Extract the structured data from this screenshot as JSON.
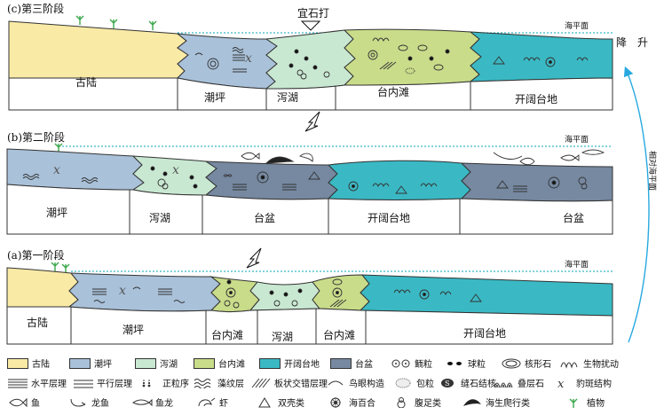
{
  "stages": {
    "c": {
      "title": "(c)第三阶段",
      "sea_level": "海平面",
      "marker": "宜石打",
      "zones": [
        "古陆",
        "潮坪",
        "泻湖",
        "台内滩",
        "开阔台地"
      ]
    },
    "b": {
      "title": "(b)第二阶段",
      "sea_level": "海平面",
      "zones": [
        "潮坪",
        "泻湖",
        "台盆",
        "开阔台地",
        "台盆"
      ]
    },
    "a": {
      "title": "(a)第一阶段",
      "sea_level": "海平面",
      "zones": [
        "古陆",
        "潮坪",
        "台内滩",
        "泻湖",
        "台内滩",
        "开阔台地"
      ]
    }
  },
  "relative_sea_level": {
    "axis_label": "相对海平面",
    "fall": "降",
    "rise": "升"
  },
  "colors": {
    "paleoland": "#f9eaa6",
    "tidal_flat": "#a9c1d9",
    "lagoon": "#c9e8d2",
    "intra_shoal": "#c9dc8a",
    "open_platform": "#3ab9c4",
    "basin": "#7689a1",
    "sea_line": "#39b8c8",
    "arrow": "#29a9e0",
    "plant": "#3aa84a"
  },
  "legend": {
    "facies": [
      "古陆",
      "潮坪",
      "泻湖",
      "台内滩",
      "开阔台地",
      "台盆"
    ],
    "symbols_row1": [
      "鲕粒",
      "球粒",
      "核形石",
      "生物扰动"
    ],
    "symbols_row2": [
      "水平层理",
      "平行层理",
      "正粒序",
      "藻纹层",
      "板状交错层理",
      "鸟眼构造",
      "包粒",
      "缝石结核",
      "叠层石",
      "豹斑结构"
    ],
    "symbols_row3": [
      "鱼",
      "龙鱼",
      "鱼龙",
      "虾",
      "双壳类",
      "海百合",
      "腹足类",
      "海生爬行类",
      "植物"
    ]
  }
}
